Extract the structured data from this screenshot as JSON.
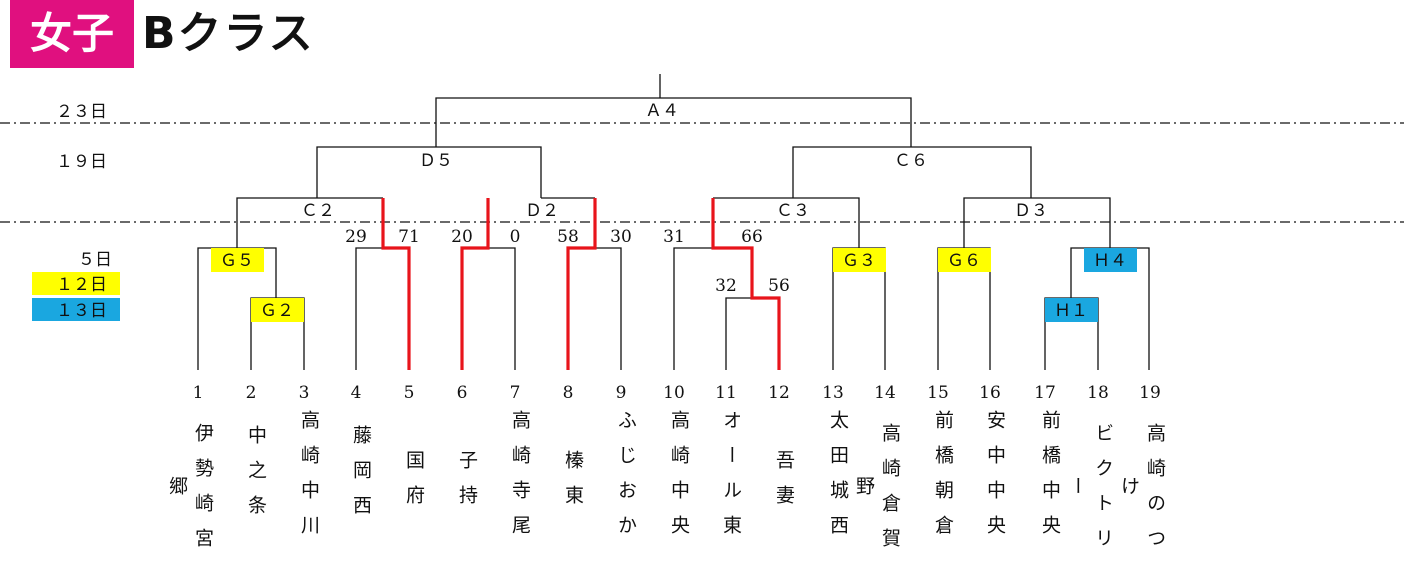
{
  "header": {
    "tag": "女子",
    "title": "Bクラス"
  },
  "days": {
    "d23": "２３日",
    "d19": "１９日",
    "d5": "５日",
    "d12": "１２日",
    "d13": "１３日"
  },
  "matches": {
    "final": "Ａ４",
    "semi_left": "Ｄ５",
    "semi_right": "Ｃ６",
    "q1": "Ｃ２",
    "q2": "Ｄ２",
    "q3": "Ｃ３",
    "q4": "Ｄ３",
    "g5": "Ｇ５",
    "g2": "Ｇ２",
    "g3": "Ｇ３",
    "g6": "Ｇ６",
    "h4": "Ｈ４",
    "h1": "Ｈ１"
  },
  "scores": {
    "s29": "29",
    "s71": "71",
    "s20": "20",
    "s0": "0",
    "s58": "58",
    "s30": "30",
    "s31": "31",
    "s66": "66",
    "s32": "32",
    "s56": "56"
  },
  "teams": [
    {
      "no": "1",
      "name": "伊勢崎宮郷"
    },
    {
      "no": "2",
      "name": "中之条"
    },
    {
      "no": "3",
      "name": "高崎中川"
    },
    {
      "no": "4",
      "name": "藤岡西"
    },
    {
      "no": "5",
      "name": "国府"
    },
    {
      "no": "6",
      "name": "子持"
    },
    {
      "no": "7",
      "name": "高崎寺尾"
    },
    {
      "no": "8",
      "name": "榛東"
    },
    {
      "no": "9",
      "name": "ふじおか"
    },
    {
      "no": "10",
      "name": "高崎中央"
    },
    {
      "no": "11",
      "name": "オール東"
    },
    {
      "no": "12",
      "name": "吾妻"
    },
    {
      "no": "13",
      "name": "太田城西"
    },
    {
      "no": "14",
      "name": "高崎倉賀野"
    },
    {
      "no": "15",
      "name": "前橋朝倉"
    },
    {
      "no": "16",
      "name": "安中中央"
    },
    {
      "no": "17",
      "name": "前橋中央"
    },
    {
      "no": "18",
      "name": "ビクトリー"
    },
    {
      "no": "19",
      "name": "高崎のつけ"
    }
  ],
  "colors": {
    "tag": "#e0107f",
    "yellow": "#ffff00",
    "cyan": "#1aa7e0",
    "win": "#e8141b"
  }
}
